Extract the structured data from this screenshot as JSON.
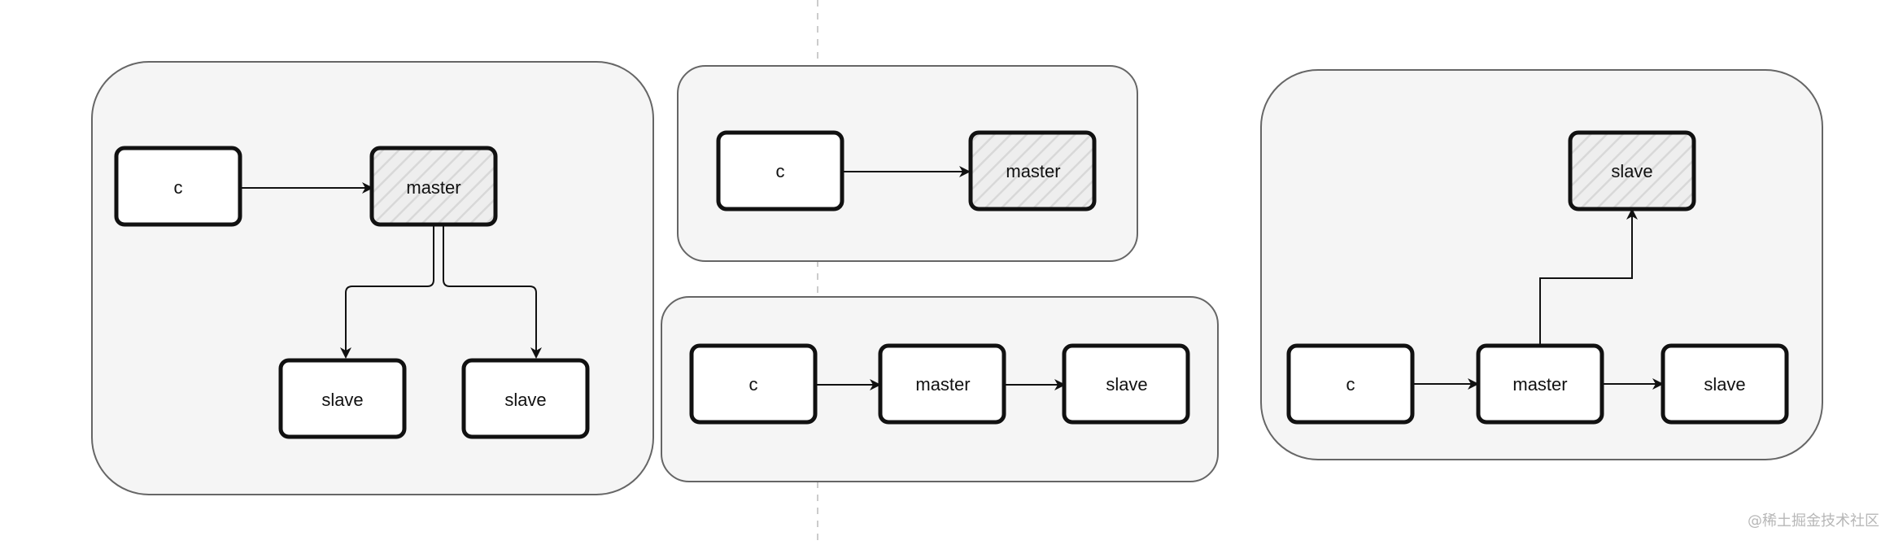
{
  "colors": {
    "page_background": "#ffffff",
    "panel_fill": "#f5f5f5",
    "panel_stroke": "#666666",
    "node_fill": "#ffffff",
    "master_fill": "#eeeeee",
    "node_stroke": "#111111",
    "arrow": "#111111",
    "divider": "#cccccc",
    "watermark": "#b7b7b7"
  },
  "diagram": {
    "panels": [
      {
        "id": "panel-tree",
        "nodes": [
          {
            "id": "c",
            "label": "c",
            "kind": "client"
          },
          {
            "id": "master",
            "label": "master",
            "kind": "master"
          },
          {
            "id": "slave-1",
            "label": "slave",
            "kind": "slave"
          },
          {
            "id": "slave-2",
            "label": "slave",
            "kind": "slave"
          }
        ],
        "edges": [
          {
            "from": "c",
            "to": "master"
          },
          {
            "from": "master",
            "to": "slave-1"
          },
          {
            "from": "master",
            "to": "slave-2"
          }
        ]
      },
      {
        "id": "panel-direct",
        "nodes": [
          {
            "id": "c",
            "label": "c",
            "kind": "client"
          },
          {
            "id": "master",
            "label": "master",
            "kind": "master"
          }
        ],
        "edges": [
          {
            "from": "c",
            "to": "master"
          }
        ]
      },
      {
        "id": "panel-chain",
        "nodes": [
          {
            "id": "c",
            "label": "c",
            "kind": "client"
          },
          {
            "id": "master",
            "label": "master",
            "kind": "master-plain"
          },
          {
            "id": "slave",
            "label": "slave",
            "kind": "slave"
          }
        ],
        "edges": [
          {
            "from": "c",
            "to": "master"
          },
          {
            "from": "master",
            "to": "slave"
          }
        ]
      },
      {
        "id": "panel-branch",
        "nodes": [
          {
            "id": "slave-top",
            "label": "slave",
            "kind": "master"
          },
          {
            "id": "c",
            "label": "c",
            "kind": "client"
          },
          {
            "id": "master",
            "label": "master",
            "kind": "master-plain"
          },
          {
            "id": "slave-right",
            "label": "slave",
            "kind": "slave"
          }
        ],
        "edges": [
          {
            "from": "c",
            "to": "master"
          },
          {
            "from": "master",
            "to": "slave-top"
          },
          {
            "from": "master",
            "to": "slave-right"
          }
        ]
      }
    ]
  },
  "watermark": {
    "text": "@稀土掘金技术社区"
  }
}
